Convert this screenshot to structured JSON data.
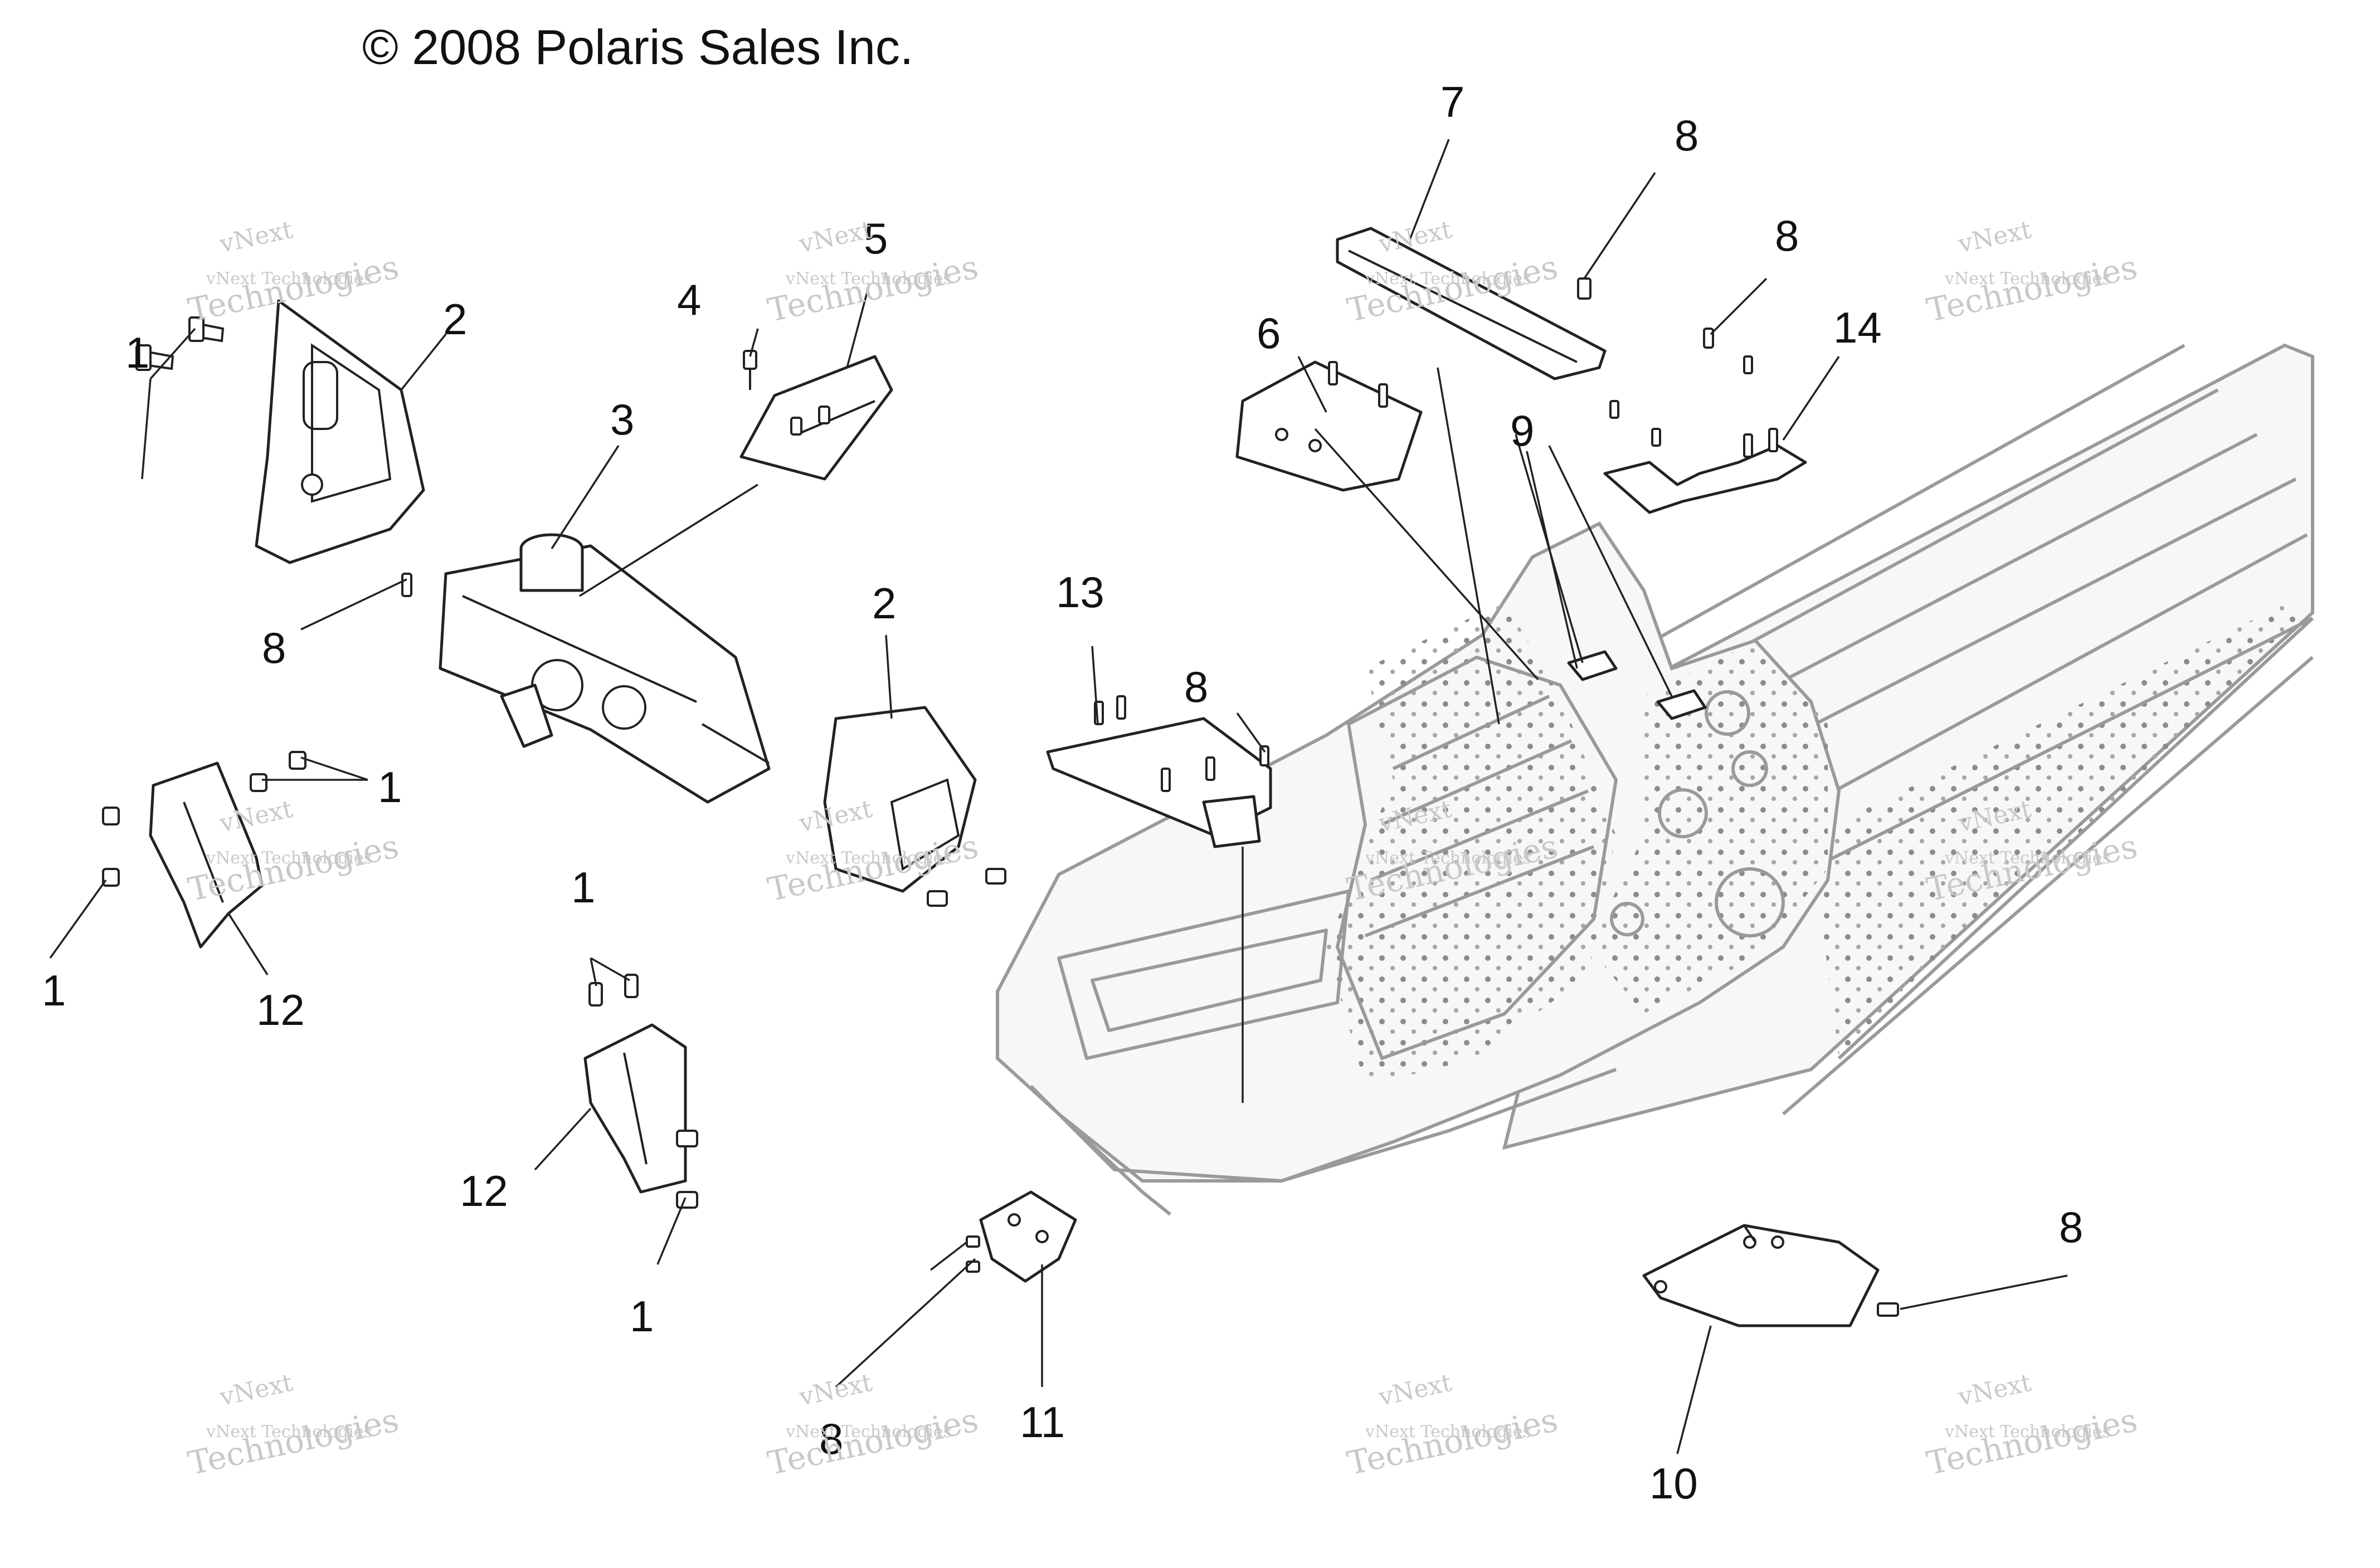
{
  "copyright": "© 2008 Polaris Sales Inc.",
  "watermark": {
    "line1": "vNext",
    "line2": "vNext Technologies",
    "line3": "Technologies"
  },
  "callouts": {
    "c1a": "1",
    "c2a": "2",
    "c3": "3",
    "c4": "4",
    "c5": "5",
    "c8a": "8",
    "c1b": "1",
    "c1c": "1",
    "c12a": "12",
    "c2b": "2",
    "c13": "13",
    "c8b": "8",
    "c1d": "1",
    "c12b": "12",
    "c1e": "1",
    "c6": "6",
    "c7": "7",
    "c8c": "8",
    "c8d": "8",
    "c14": "14",
    "c9": "9",
    "c8e": "8",
    "c11": "11",
    "c10": "10",
    "c8f": "8"
  }
}
